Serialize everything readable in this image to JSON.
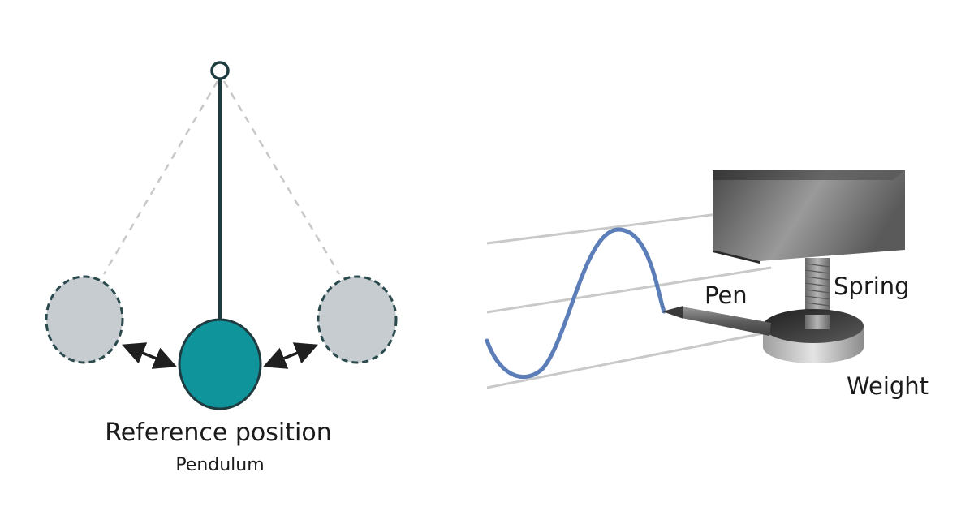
{
  "pendulum": {
    "caption": "Reference position",
    "subcaption": "Pendulum",
    "colors": {
      "bob": "#10949c",
      "bob_outline": "#1e3b40",
      "rod": "#1e3b40",
      "ghost_fill": "#c6ccd0",
      "ghost_outline": "#2a4a4e",
      "dashed_path": "#c8c8c8",
      "arrow": "#1f1f1f"
    }
  },
  "seismograph": {
    "labels": {
      "pen": "Pen",
      "spring": "Spring",
      "weight": "Weight"
    },
    "colors": {
      "trace": "#5b7db8",
      "paper_lines": "#c9c9c9",
      "block_dark": "#3a3a3a",
      "block_light": "#8a8a8a"
    }
  }
}
